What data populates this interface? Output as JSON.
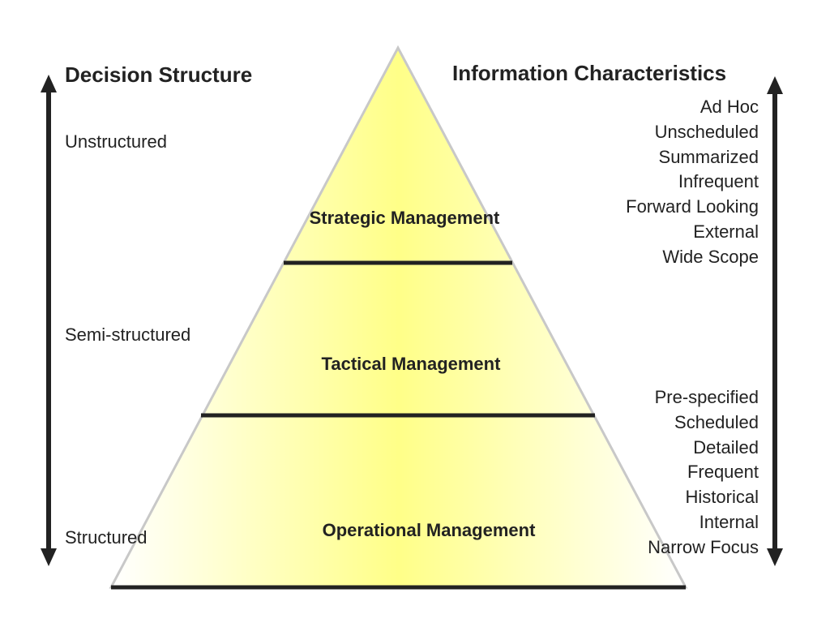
{
  "decision_structure": {
    "heading": "Decision Structure",
    "levels": [
      "Unstructured",
      "Semi-structured",
      "Structured"
    ]
  },
  "information_characteristics": {
    "heading": "Information Characteristics",
    "upper_items": [
      "Ad Hoc",
      "Unscheduled",
      "Summarized",
      "Infrequent",
      "Forward Looking",
      "External",
      "Wide Scope"
    ],
    "lower_items": [
      "Pre-specified",
      "Scheduled",
      "Detailed",
      "Frequent",
      "Historical",
      "Internal",
      "Narrow Focus"
    ]
  },
  "pyramid": {
    "tiers": [
      "Strategic Management",
      "Tactical Management",
      "Operational Management"
    ],
    "fill_center_color": "#ffff88",
    "fill_edge_color": "#ffffff",
    "outline_color": "#c8c8c8",
    "divider_color": "#222222"
  },
  "arrow_color": "#222222"
}
